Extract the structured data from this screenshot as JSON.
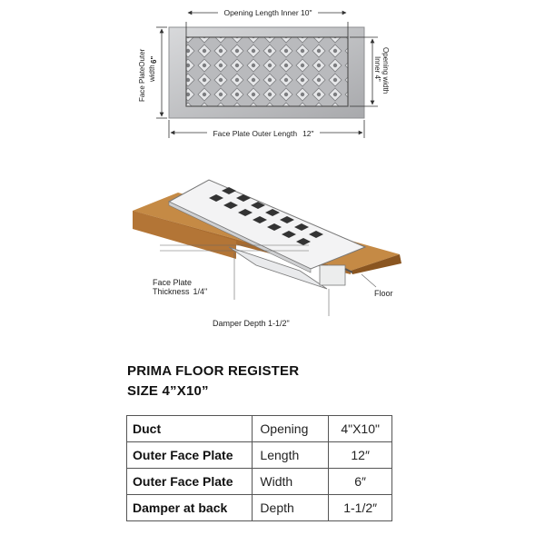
{
  "top_view": {
    "opening_length_label": "Opening Length Inner 10\"",
    "opening_width_label": "Opening width",
    "opening_width_value": "Inner 4\"",
    "face_plate_width_label": "Face PlateOuter",
    "face_plate_width_sub": "width",
    "face_plate_width_value": "6\"",
    "face_plate_length_label": "Face Plate Outer Length",
    "face_plate_length_value": "12\""
  },
  "side_view": {
    "face_plate_thickness_line1": "Face Plate",
    "face_plate_thickness_line2": "Thickness",
    "face_plate_thickness_value": "1/4\"",
    "floor_label": "Floor",
    "damper_depth_label": "Damper Depth 1-1/2\""
  },
  "title": {
    "line1": "PRIMA FLOOR REGISTER",
    "line2": "SIZE 4”X10”"
  },
  "spec_table": [
    [
      "Duct",
      "Opening",
      "4\"X10\""
    ],
    [
      "Outer Face Plate",
      "Length",
      "12″"
    ],
    [
      "Outer Face Plate",
      "Width",
      "6″"
    ],
    [
      "Damper at back",
      "Depth",
      "1-1/2″"
    ]
  ],
  "colors": {
    "wood": "#b97a3a",
    "wood_edge": "#7a4a1a",
    "plate": "#c9cacc",
    "plate_dark": "#8e8f92"
  }
}
